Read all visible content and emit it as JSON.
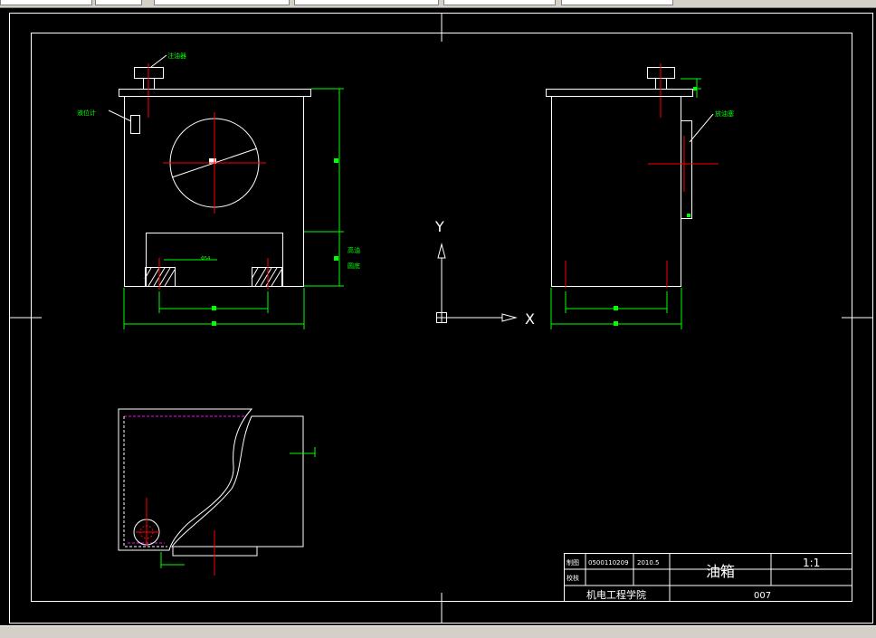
{
  "drawing": {
    "labels": {
      "oil_filler": "注油器",
      "level_gauge": "液位计",
      "drain_plug": "放油塞",
      "oil_level_1": "高油",
      "oil_level_2": "圆底",
      "dim_small": "Φ54"
    },
    "ucs": {
      "y_axis": "Y",
      "x_axis": "X"
    },
    "title_block": {
      "drawn_label": "制图",
      "drawn_id": "0500110209",
      "date": "2010.5",
      "check_label": "校核",
      "part_name": "油箱",
      "scale": "1:1",
      "school": "机电工程学院",
      "drawing_no": "007"
    }
  },
  "colors": {
    "canvas": "#000000",
    "line": "#ffffff",
    "center_line": "#ff0000",
    "dimension": "#00ff00",
    "hidden": "#ff00ff",
    "text": "#00ff00"
  }
}
